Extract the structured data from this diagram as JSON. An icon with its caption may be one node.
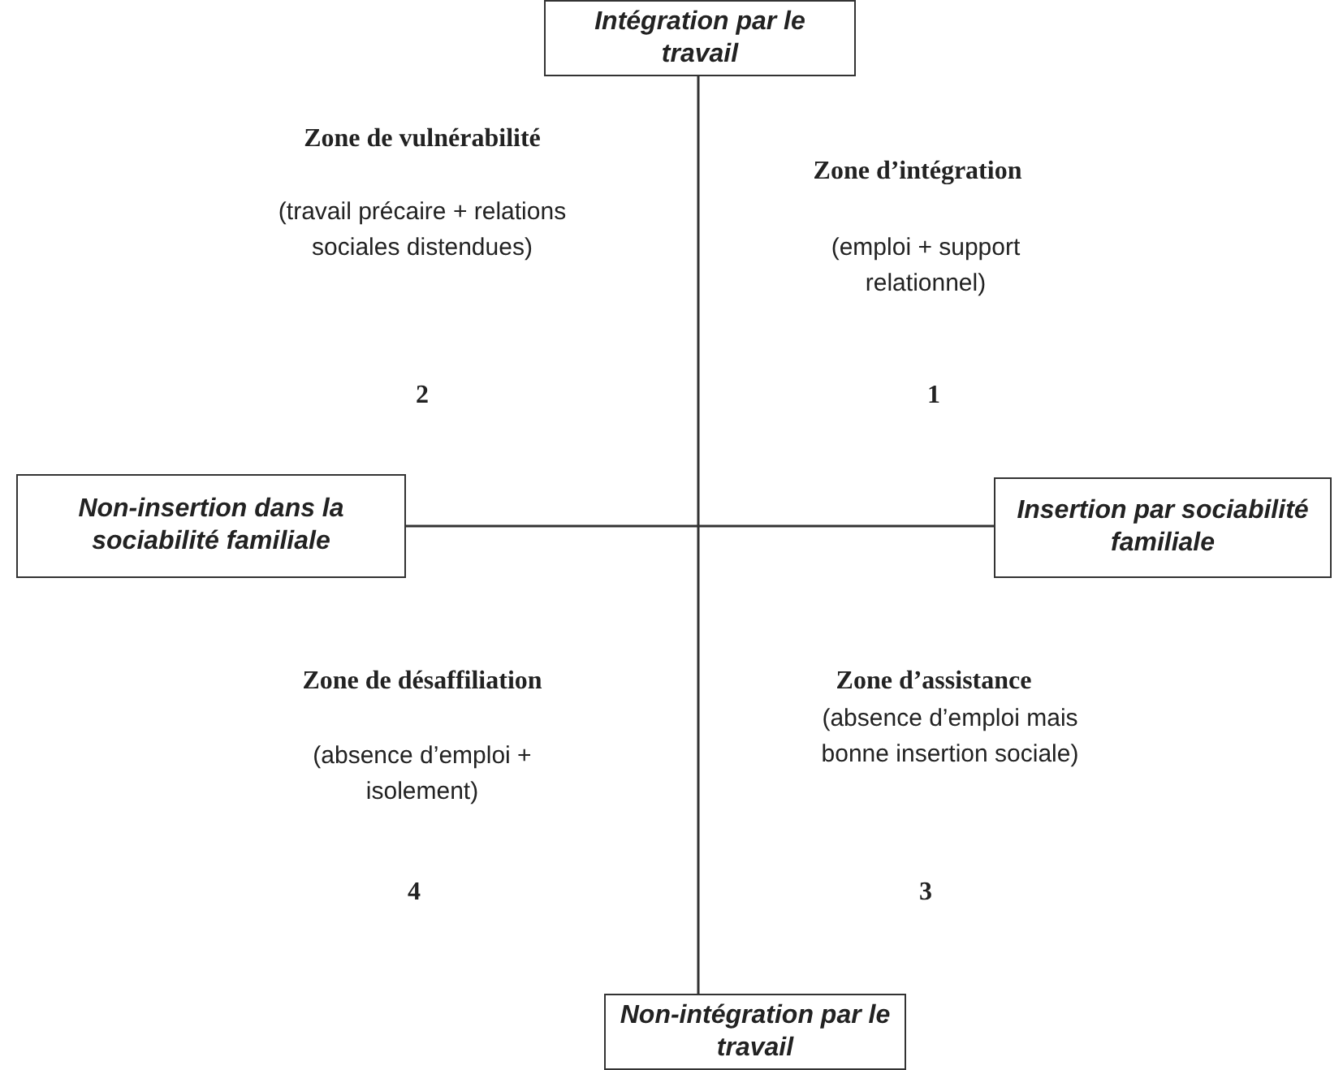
{
  "diagram": {
    "nodes": [
      {
        "text": [
          "Intégration par le travail"
        ]
      },
      {
        "text": [
          "Non-insertion dans la sociabilité familiale"
        ]
      },
      {
        "text": [
          "Insertion par sociabilité familiale"
        ]
      },
      {
        "text": [
          "Non-intégration par le travail"
        ]
      }
    ],
    "edges": [
      {
        "from": 0,
        "to": 3,
        "arrow": "none"
      },
      {
        "from": 1,
        "to": 2,
        "arrow": "none"
      }
    ],
    "labels": [
      "Zone de vulnérabilité",
      "(travail précaire + relations sociales distendues)",
      "Zone d’intégration",
      "(emploi + support relationnel)",
      "2",
      "1",
      "Zone de désaffiliation",
      "(absence d’emploi + isolement)",
      "Zone d’assistance",
      "(absence d’emploi mais bonne insertion sociale)",
      "4",
      "3"
    ]
  }
}
